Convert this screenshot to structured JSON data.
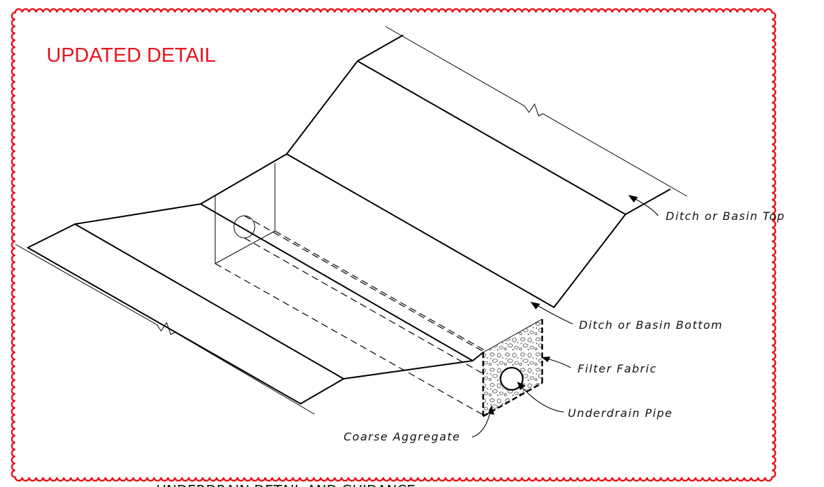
{
  "revision_note": "UPDATED DETAIL",
  "callouts": {
    "ditch_top": "Ditch or Basin Top",
    "ditch_bottom": "Ditch or Basin Bottom",
    "filter_fabric": "Filter Fabric",
    "underdrain_pipe": "Underdrain Pipe",
    "coarse_aggregate": "Coarse Aggregate"
  },
  "colors": {
    "revision_cloud": "#e8141b",
    "linework": "#000000"
  }
}
